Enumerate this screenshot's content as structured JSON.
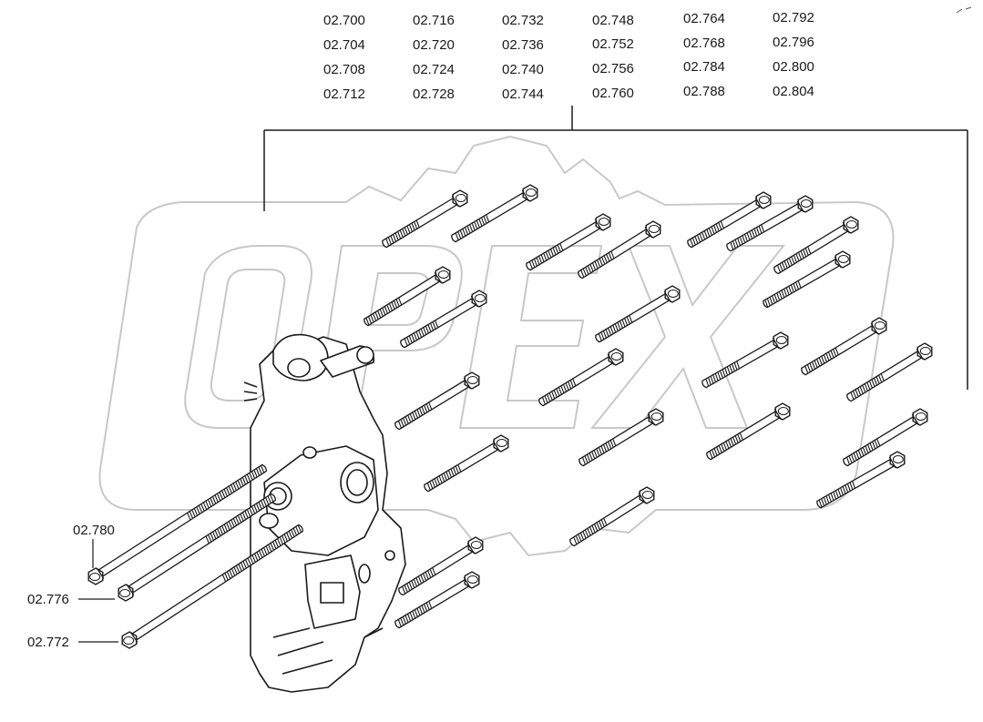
{
  "part_grid": [
    [
      "02.700",
      "02.716",
      "02.732",
      "02.748",
      "02.764",
      "02.792"
    ],
    [
      "02.704",
      "02.720",
      "02.736",
      "02.752",
      "02.768",
      "02.796"
    ],
    [
      "02.708",
      "02.724",
      "02.740",
      "02.756",
      "02.784",
      "02.800"
    ],
    [
      "02.712",
      "02.728",
      "02.744",
      "02.760",
      "02.788",
      "02.804"
    ]
  ],
  "callouts": {
    "c1": "02.780",
    "c2": "02.776",
    "c3": "02.772"
  },
  "watermark_text": "OPEX",
  "colors": {
    "line": "#1a1a1a",
    "watermark": "#c8c8c8",
    "bolt_fill": "#ffffff"
  }
}
